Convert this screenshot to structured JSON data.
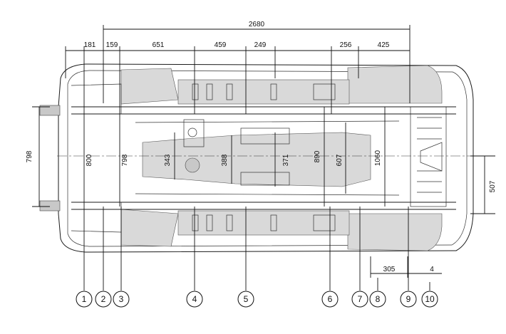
{
  "dimensions": {
    "top_total": "2680",
    "top_segments": [
      "181",
      "159",
      "651",
      "459",
      "249",
      "256",
      "425"
    ],
    "left_outer": "798",
    "inner_verticals": [
      "800",
      "798",
      "343",
      "388",
      "371",
      "890",
      "607",
      "1060"
    ],
    "right_outer": "507",
    "bottom_segments": [
      "305",
      "4"
    ]
  },
  "callouts": [
    "1",
    "2",
    "3",
    "4",
    "5",
    "6",
    "7",
    "8",
    "9",
    "10"
  ]
}
